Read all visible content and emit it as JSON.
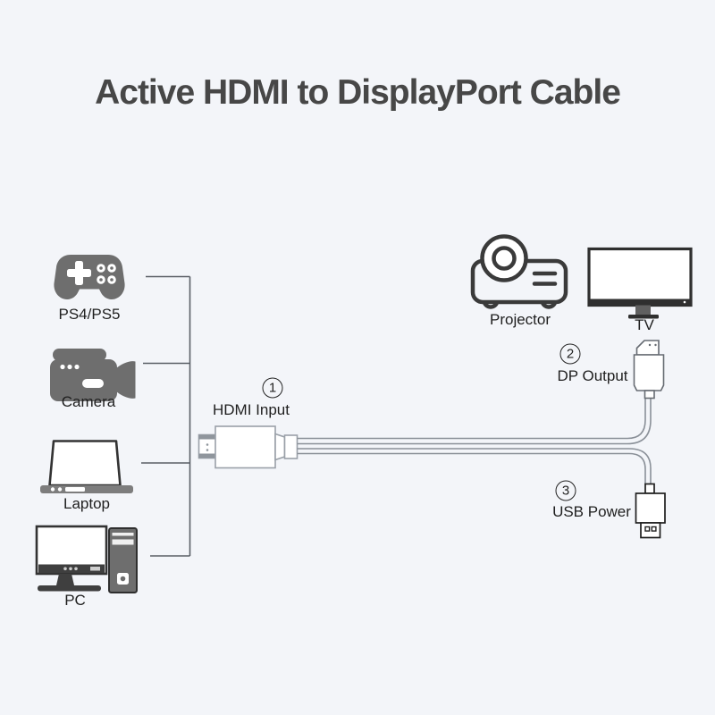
{
  "title": "Active HDMI to DisplayPort Cable",
  "colors": {
    "background": "#f3f5f9",
    "title_text": "#474747",
    "icon_fill_gray": "#6e6e6e",
    "dark_stroke": "#2f2f2f",
    "connector_stroke_light": "#9aa0a8",
    "line_gray": "#5a5f66"
  },
  "devices": [
    {
      "label": "PS4/PS5",
      "icon": "gamepad-icon"
    },
    {
      "label": "Camera",
      "icon": "video-camera-icon"
    },
    {
      "label": "Laptop",
      "icon": "laptop-icon"
    },
    {
      "label": "PC",
      "icon": "desktop-pc-icon"
    }
  ],
  "outputs": [
    {
      "label": "Projector",
      "icon": "projector-icon"
    },
    {
      "label": "TV",
      "icon": "tv-icon"
    }
  ],
  "callouts": [
    {
      "number": "1",
      "label": "HDMI Input"
    },
    {
      "number": "2",
      "label": "DP Output"
    },
    {
      "number": "3",
      "label": "USB Power"
    }
  ]
}
